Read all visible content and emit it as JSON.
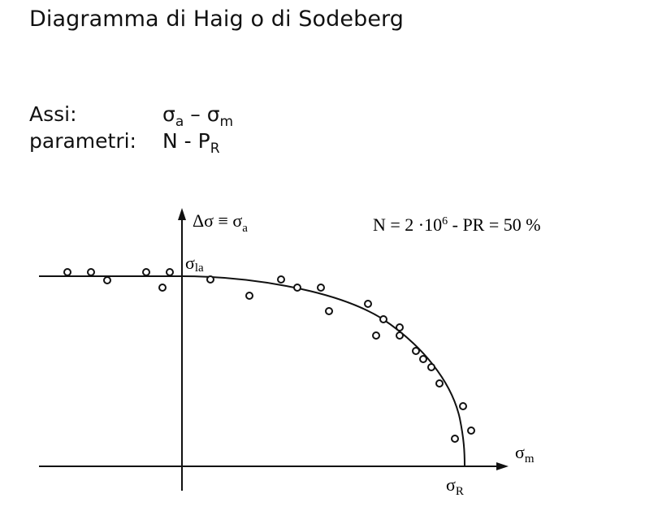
{
  "title": "Diagramma di Haig o di Sodeberg",
  "info": {
    "axes_label": "Assi:",
    "axes_a": "σ",
    "axes_a_sub": "a",
    "axes_sep": " – ",
    "axes_m": "σ",
    "axes_m_sub": "m",
    "params_label": "parametri:",
    "params_value": "N - P",
    "params_sub": "R"
  },
  "diagram": {
    "y_axis_label": "Δσ ≡ σ",
    "y_axis_label_sub": "a",
    "x_axis_label": "σ",
    "x_axis_label_sub": "m",
    "condition_text": "N = 2 ·10",
    "condition_exp": "6",
    "condition_rest": " - PR = 50 %",
    "sigma_la": "σ",
    "sigma_la_sub": "la",
    "sigma_r": "σ",
    "sigma_r_sub": "R",
    "line_color": "#111111"
  }
}
